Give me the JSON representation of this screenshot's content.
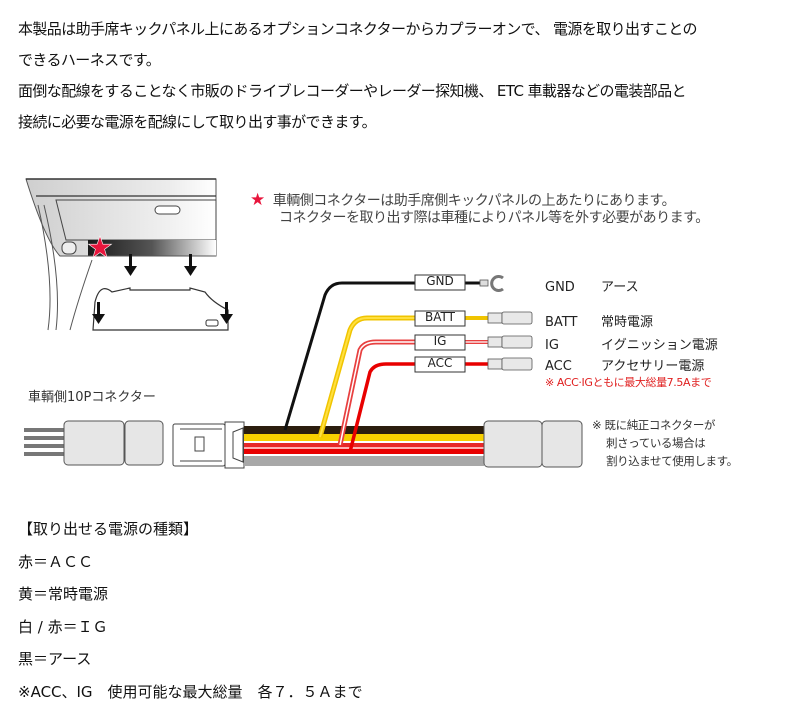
{
  "intro": {
    "lines": [
      "本製品は助手席キックパネル上にあるオプションコネクターからカプラーオンで、 電源を取り出すことの",
      "できるハーネスです。",
      "面倒な配線をすることなく市販のドライブレコーダーやレーダー探知機、 ETC 車載器などの電装部品と",
      "接続に必要な電源を配線にして取り出す事ができます。"
    ]
  },
  "diagram": {
    "location_note": {
      "icon": "star-icon",
      "line1": "車輌側コネクターは助手席側キックパネルの上あたりにあります。",
      "line2": "コネクターを取り出す際は車種によりパネル等を外す必要があります。"
    },
    "wires": [
      {
        "tag": "GND",
        "code": "GND",
        "description": "アース",
        "color": "#1a1a1a",
        "terminal": "ring-terminal"
      },
      {
        "tag": "BATT",
        "code": "BATT",
        "description": "常時電源",
        "color": "#f5c800",
        "terminal": "female-spade"
      },
      {
        "tag": "IG",
        "code": "IG",
        "description": "イグニッション電源",
        "color": "#e84040",
        "stripe": "#ffffff",
        "terminal": "female-spade"
      },
      {
        "tag": "ACC",
        "code": "ACC",
        "description": "アクセサリー電源",
        "color": "#e81010",
        "terminal": "female-spade"
      }
    ],
    "limit_note": "※ ACC·IGともに最大総量7.5Aまで",
    "vehicle_connector_label": "車輌側10Pコネクター",
    "side_note": {
      "line1": "※ 既に純正コネクターが",
      "line2": "刺さっている場合は",
      "line3": "割り込ませて使用します。"
    },
    "accent_color": "#e8153c"
  },
  "types": {
    "heading": "【取り出せる電源の種類】",
    "items": [
      "赤＝ＡＣＣ",
      "黄＝常時電源",
      "白 / 赤＝ＩＧ",
      "黒＝アース"
    ],
    "footnote": "※ACC、IG　使用可能な最大総量　各７．５Ａまで"
  }
}
